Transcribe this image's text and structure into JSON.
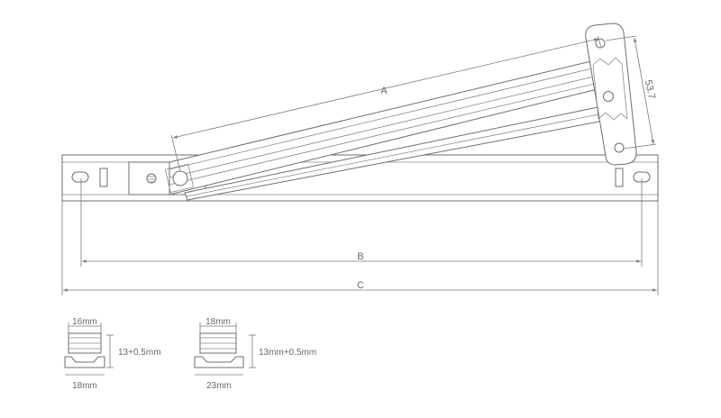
{
  "labels": {
    "a": "A",
    "b": "B",
    "c": "C",
    "arm_hole_spacing": "53.7"
  },
  "profile_small": {
    "top_width": "16mm",
    "height": "13+0.5mm",
    "base_width": "18mm"
  },
  "profile_large": {
    "top_width": "18mm",
    "height": "13mm+0.5mm",
    "base_width": "23mm"
  }
}
